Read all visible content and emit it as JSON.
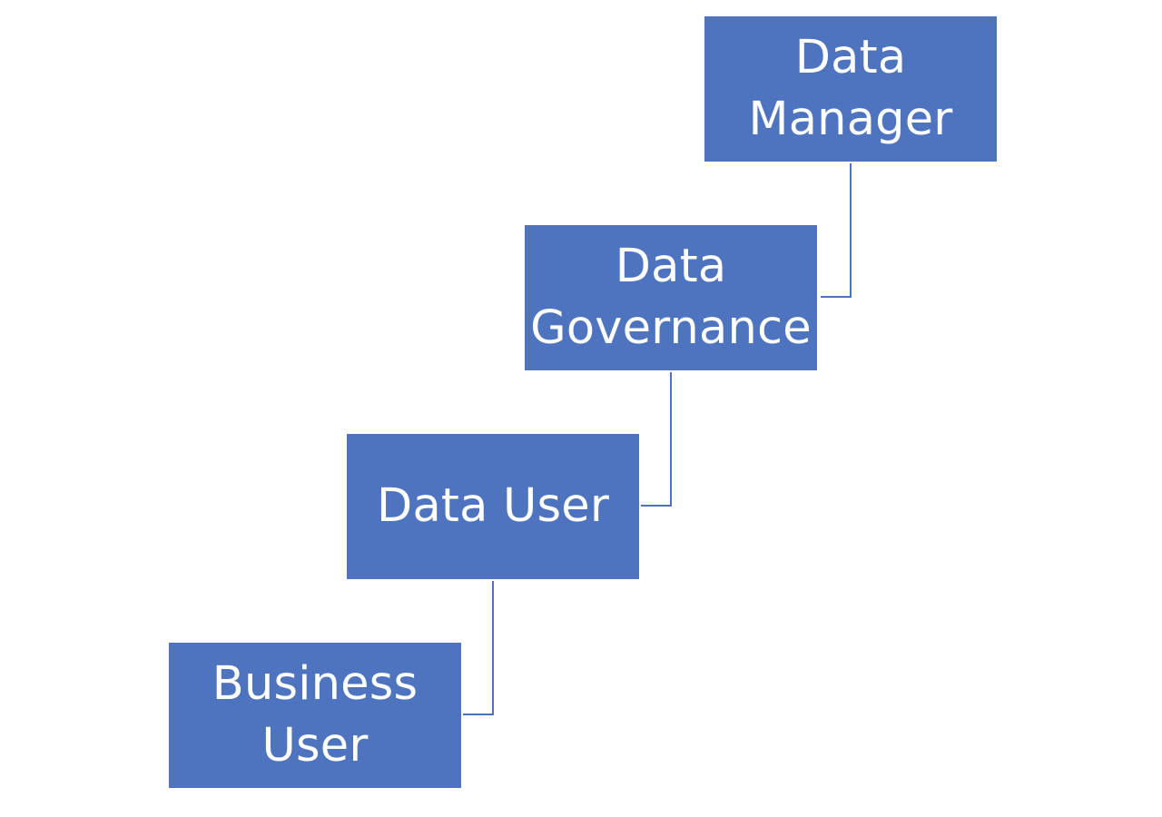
{
  "diagram": {
    "boxes": [
      {
        "id": "data-manager",
        "label": "Data Manager"
      },
      {
        "id": "data-governance",
        "label": "Data Governance"
      },
      {
        "id": "data-user",
        "label": "Data User"
      },
      {
        "id": "business-user",
        "label": "Business User"
      }
    ],
    "colors": {
      "box_fill": "#4e74bf",
      "box_text": "#ffffff",
      "connector": "#4e74bf",
      "background": "#ffffff"
    }
  }
}
